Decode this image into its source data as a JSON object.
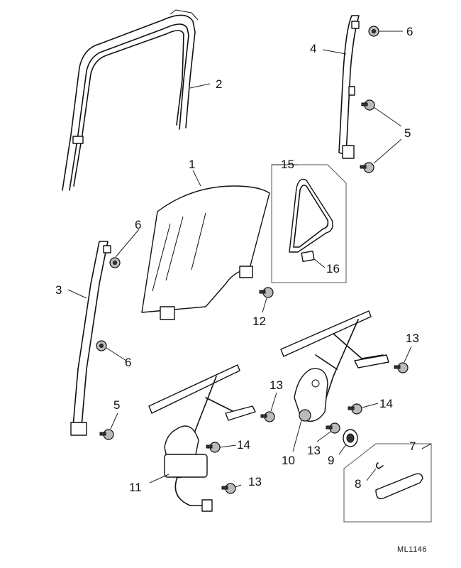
{
  "callouts": {
    "c1": "1",
    "c2": "2",
    "c3": "3",
    "c4": "4",
    "c5a": "5",
    "c5b": "5",
    "c6a": "6",
    "c6b": "6",
    "c6c": "6",
    "c7": "7",
    "c8": "8",
    "c9": "9",
    "c10": "10",
    "c11": "11",
    "c12": "12",
    "c13a": "13",
    "c13b": "13",
    "c13c": "13",
    "c13d": "13",
    "c14a": "14",
    "c14b": "14",
    "c15": "15",
    "c16": "16"
  },
  "reference_code": "ML1146"
}
